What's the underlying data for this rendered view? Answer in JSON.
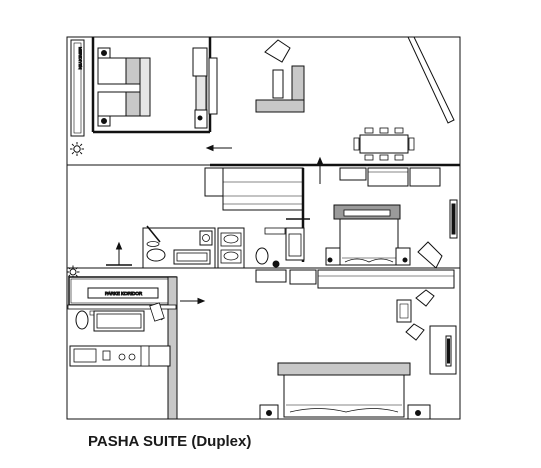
{
  "plan": {
    "title": "PASHA SUITE (Duplex)",
    "vertical_label": "MERIDIYEN",
    "corridor_label": "PARKE KORIDOR",
    "colors": {
      "line": "#111111",
      "fill_light": "#e6e6e6",
      "fill_mid": "#c8c8c8",
      "fill_dark": "#9a9a9a",
      "background": "#ffffff"
    },
    "icons": [
      "sun-icon",
      "sun-icon",
      "arrow-left-icon",
      "arrow-up-icon",
      "arrow-right-icon",
      "arrow-up-icon"
    ]
  }
}
